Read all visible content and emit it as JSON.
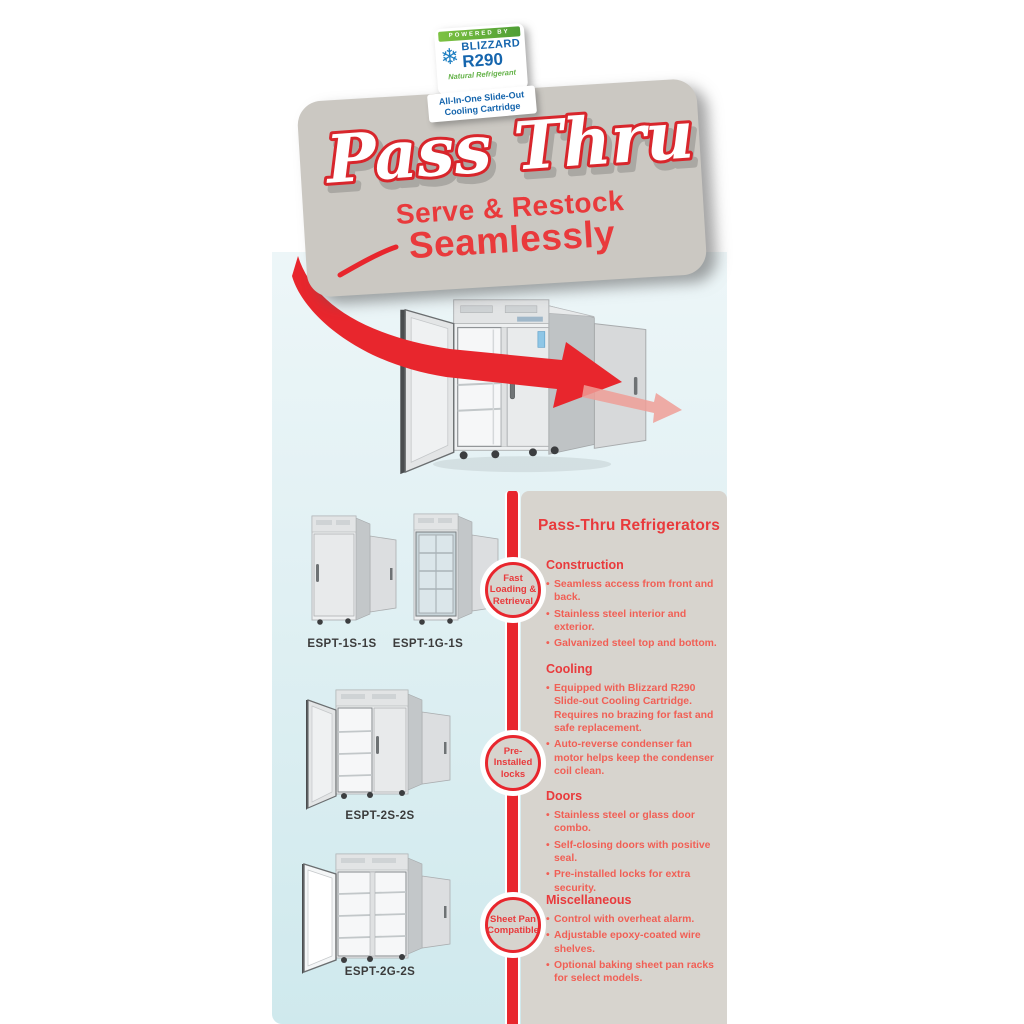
{
  "badge": {
    "powered_by": "POWERED BY",
    "brand": "BLIZZARD",
    "model": "R290",
    "subtitle": "Natural Refrigerant",
    "ribbon_line1": "All-In-One Slide-Out",
    "ribbon_line2": "Cooling Cartridge",
    "snowflake_icon": "❄"
  },
  "hero": {
    "title": "Pass Thru",
    "subtitle_line1": "Serve & Restock",
    "subtitle_line2": "Seamlessly"
  },
  "products": [
    {
      "model": "ESPT-1S-1S"
    },
    {
      "model": "ESPT-1G-1S"
    },
    {
      "model": "ESPT-2S-2S"
    },
    {
      "model": "ESPT-2G-2S"
    }
  ],
  "feature_badges": [
    {
      "lines": [
        "Fast",
        "Loading &",
        "Retrieval"
      ]
    },
    {
      "lines": [
        "Pre-",
        "Installed",
        "locks"
      ]
    },
    {
      "lines": [
        "Sheet Pan",
        "Compatible"
      ]
    }
  ],
  "info": {
    "heading": "Pass-Thru Refrigerators",
    "sections": [
      {
        "title": "Construction",
        "bullets": [
          "Seamless access from front and back.",
          "Stainless steel interior and exterior.",
          "Galvanized steel top and bottom."
        ]
      },
      {
        "title": "Cooling",
        "bullets": [
          "Equipped with Blizzard R290 Slide-out Cooling Cartridge. Requires no brazing for fast and safe replacement.",
          "Auto-reverse condenser fan motor helps keep the condenser coil clean."
        ]
      },
      {
        "title": "Doors",
        "bullets": [
          "Stainless steel or glass door combo.",
          "Self-closing doors with positive seal.",
          "Pre-installed locks for extra security."
        ]
      },
      {
        "title": "Miscellaneous",
        "bullets": [
          "Control with overheat alarm.",
          "Adjustable epoxy-coated wire shelves.",
          "Optional baking sheet pan racks for select models."
        ]
      }
    ]
  },
  "colors": {
    "accent_red": "#e8262d",
    "heading_red": "#e93a3c",
    "bullet_red": "#f15f55",
    "panel_gray": "#d7d4ce",
    "headline_gray": "#cbc8c2",
    "blue_top": "#edf6f8",
    "blue_bottom": "#cfe9ed",
    "brand_blue": "#1565ad",
    "brand_green": "#62b146",
    "label_dark": "#3b3b3b"
  }
}
